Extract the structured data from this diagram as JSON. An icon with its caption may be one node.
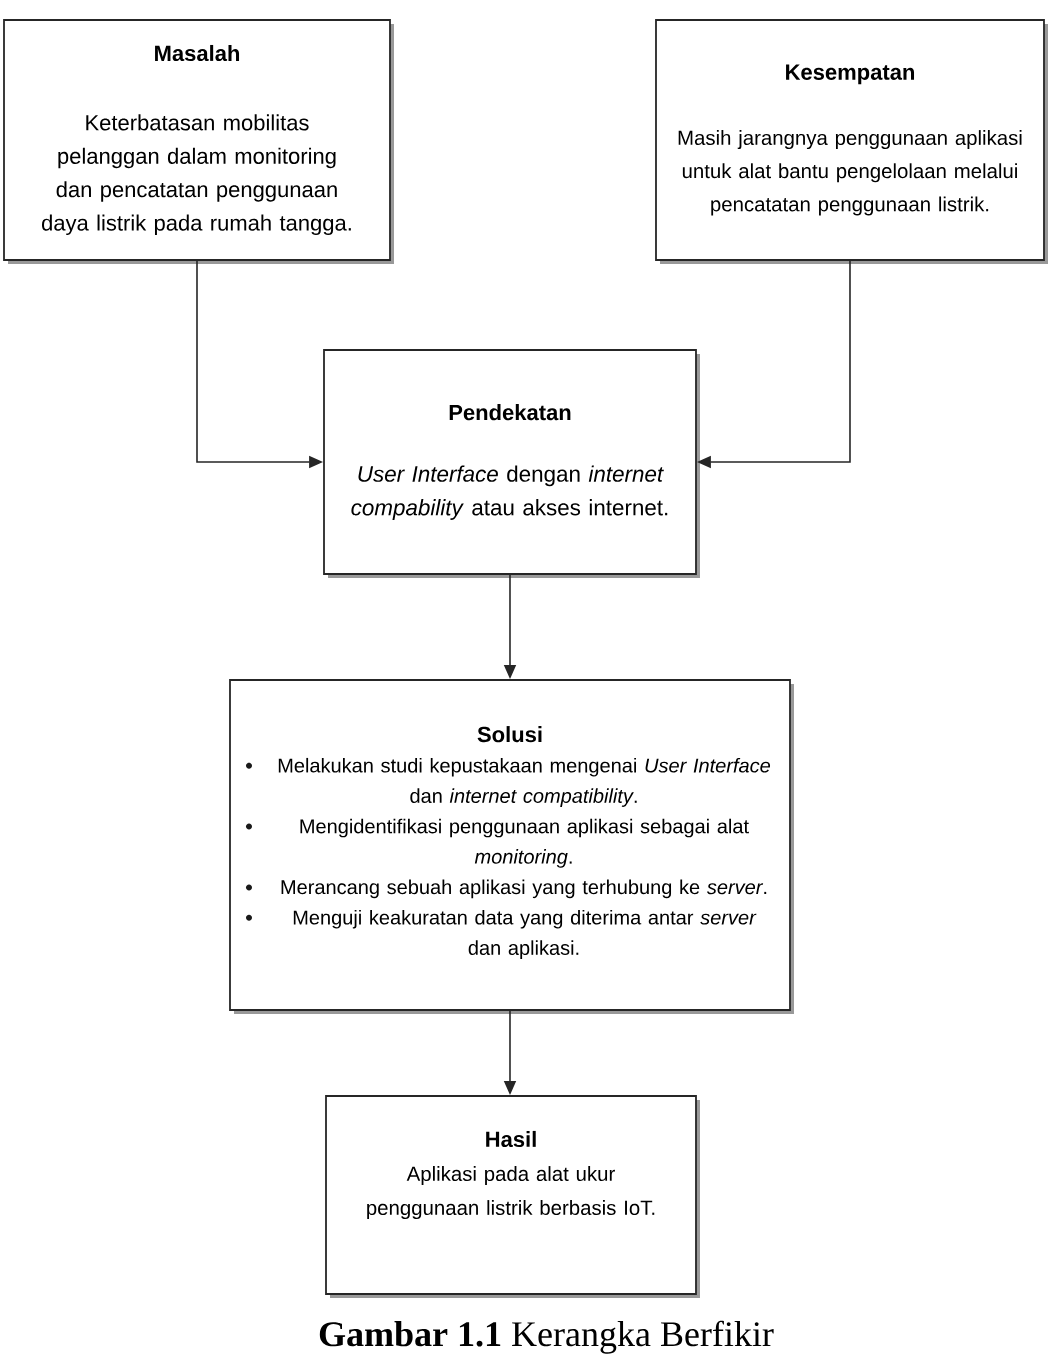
{
  "diagram": {
    "caption": "**Gambar 1.1** Kerangka Berfikir",
    "nodes": [
      {
        "text": [
          "Masalah",
          "Keterbatasan mobilitas pelanggan dalam monitoring dan pencatatan penggunaan daya listrik pada rumah tangga."
        ]
      },
      {
        "text": [
          "Kesempatan",
          "Masih jarangnya penggunaan aplikasi untuk alat bantu pengelolaan melalui pencatatan penggunaan listrik."
        ]
      },
      {
        "text": [
          "Pendekatan",
          "*User Interface* dengan *internet compability* atau akses internet."
        ]
      },
      {
        "text": [
          "Solusi",
          "Melakukan studi kepustakaan mengenai *User Interface* dan *internet compatibility*.",
          "Mengidentifikasi penggunaan aplikasi sebagai alat *monitoring*.",
          "Merancang sebuah aplikasi yang terhubung ke *server*.",
          "Menguji keakuratan data yang diterima antar *server* dan aplikasi."
        ]
      },
      {
        "text": [
          "Hasil",
          "Aplikasi pada alat ukur penggunaan listrik berbasis IoT."
        ]
      }
    ],
    "edges": [
      {
        "from": 0,
        "to": 2,
        "arrow": "to"
      },
      {
        "from": 1,
        "to": 2,
        "arrow": "to"
      },
      {
        "from": 2,
        "to": 3,
        "arrow": "to"
      },
      {
        "from": 3,
        "to": 4,
        "arrow": "to"
      }
    ]
  }
}
